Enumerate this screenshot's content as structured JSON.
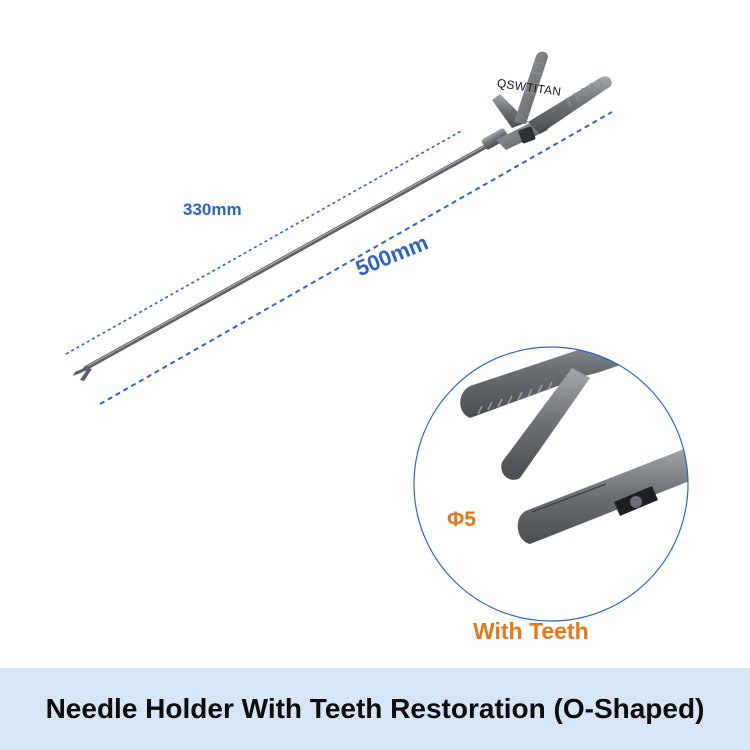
{
  "product": {
    "brand": "QSWTITAN",
    "shaft_length_label": "330mm",
    "total_length_label": "500mm",
    "diameter_label": "Φ5",
    "variant_label": "With Teeth",
    "caption": "Needle Holder With Teeth Restoration (O-Shaped)"
  },
  "colors": {
    "dimension_text": "#2f63c9",
    "accent_text": "#e7781a",
    "caption_band": "#d7e6f6",
    "instrument_metal": "#6b6f74"
  },
  "icons": {
    "instrument": "laparoscopic-needle-holder",
    "detail": "magnified-jaw-inset"
  }
}
